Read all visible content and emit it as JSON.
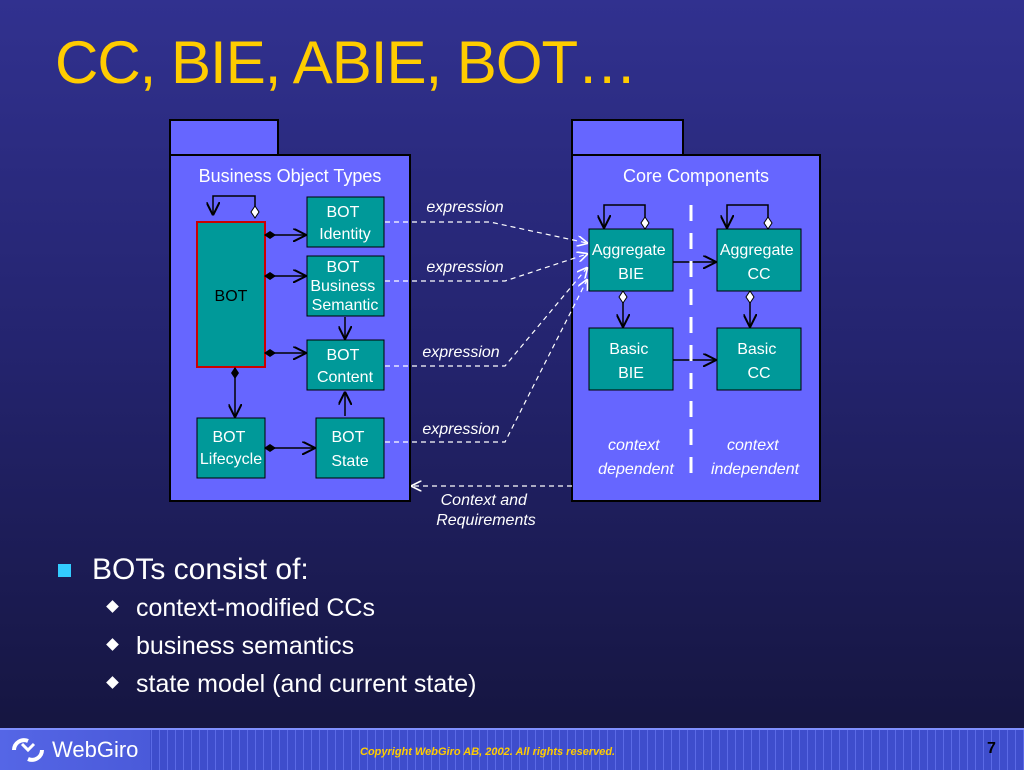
{
  "title": "CC, BIE, ABIE, BOT…",
  "diagram": {
    "left_package": {
      "title": "Business Object Types",
      "boxes": {
        "bot": "BOT",
        "identity": [
          "BOT",
          "Identity"
        ],
        "business_semantic": [
          "BOT",
          "Business",
          "Semantic"
        ],
        "content": [
          "BOT",
          "Content"
        ],
        "lifecycle": [
          "BOT",
          "Lifecycle"
        ],
        "state": [
          "BOT",
          "State"
        ]
      }
    },
    "right_package": {
      "title": "Core Components",
      "boxes": {
        "aggregate_bie": [
          "Aggregate",
          "BIE"
        ],
        "aggregate_cc": [
          "Aggregate",
          "CC"
        ],
        "basic_bie": [
          "Basic",
          "BIE"
        ],
        "basic_cc": [
          "Basic",
          "CC"
        ]
      },
      "context_dependent": [
        "context",
        "dependent"
      ],
      "context_independent": [
        "context",
        "independent"
      ]
    },
    "expressions": [
      "expression",
      "expression",
      "expression",
      "expression"
    ],
    "context_requirements": [
      "Context and",
      "Requirements"
    ]
  },
  "bullets": {
    "main": "BOTs consist of:",
    "items": [
      "context-modified CCs",
      "business semantics",
      "state model (and current state)"
    ]
  },
  "footer": {
    "logo": "WebGiro",
    "copyright": "Copyright WebGiro AB, 2002. All rights reserved.",
    "page": "7"
  },
  "colors": {
    "title": "#ffcc00",
    "package_fill": "#6666ff",
    "box_fill": "#009999",
    "bot_border": "#cc0000",
    "bullet_square": "#33ccff"
  }
}
